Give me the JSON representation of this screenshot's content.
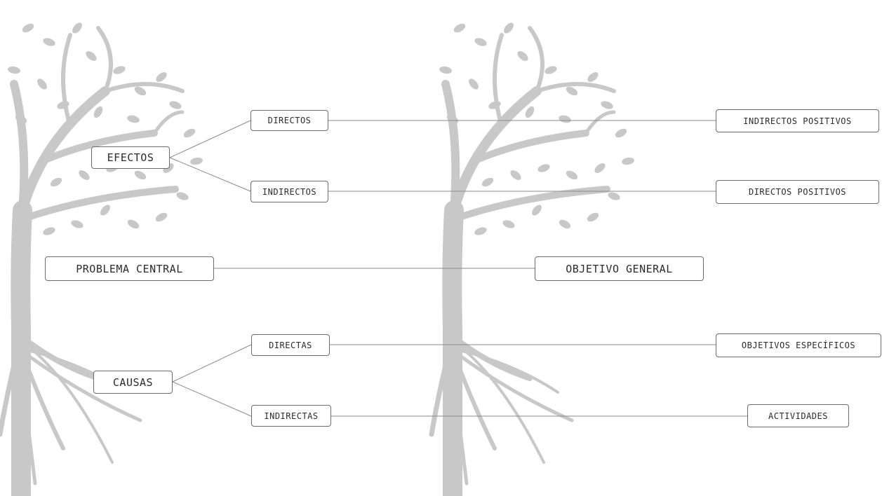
{
  "left_tree": {
    "efectos": "EFECTOS",
    "efectos_directos": "DIRECTOS",
    "efectos_indirectos": "INDIRECTOS",
    "problema_central": "PROBLEMA CENTRAL",
    "causas": "CAUSAS",
    "causas_directas": "DIRECTAS",
    "causas_indirectas": "INDIRECTAS"
  },
  "right_tree": {
    "indirectos_positivos": "INDIRECTOS POSITIVOS",
    "directos_positivos": "DIRECTOS POSITIVOS",
    "objetivo_general": "OBJETIVO GENERAL",
    "objetivos_especificos": "OBJETIVOS ESPECÍFICOS",
    "actividades": "ACTIVIDADES"
  },
  "colors": {
    "tree": "#c8c8c8",
    "line": "#8a8a8a",
    "border": "#6b6b6b",
    "text": "#2b2b2b"
  }
}
